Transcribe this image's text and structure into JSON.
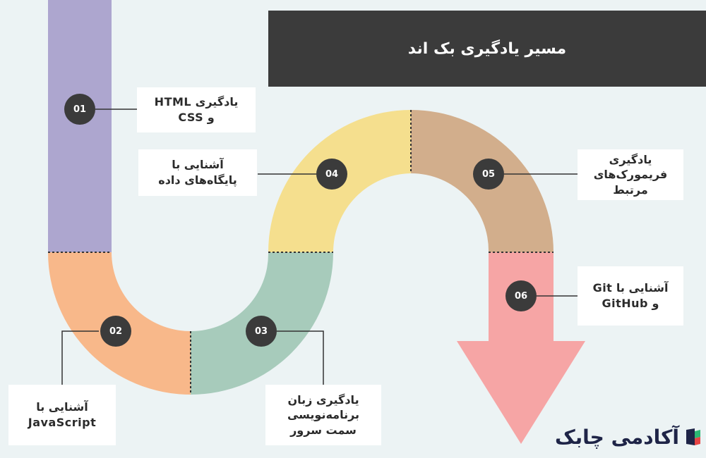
{
  "title": "مسیر یادگیری بک اند",
  "steps": [
    {
      "num": "01",
      "label": "یادگیری HTML\nو CSS",
      "color": "#ada6cf"
    },
    {
      "num": "02",
      "label": "آشنایی با\nJavaScript",
      "color": "#f8b88a"
    },
    {
      "num": "03",
      "label": "یادگیری زبان\nبرنامه‌نویسی\nسمت سرور",
      "color": "#a7cbbb"
    },
    {
      "num": "04",
      "label": "آشنایی با\nپایگاه‌های داده",
      "color": "#f5df8e"
    },
    {
      "num": "05",
      "label": "یادگیری\nفریمورک‌های\nمرتبط",
      "color": "#d2ae8c"
    },
    {
      "num": "06",
      "label": "آشنایی با Git\nو GitHub",
      "color": "#f6a5a5"
    }
  ],
  "logo": {
    "text": "آکادمی چابک",
    "icon": "chabok-logo-icon"
  }
}
